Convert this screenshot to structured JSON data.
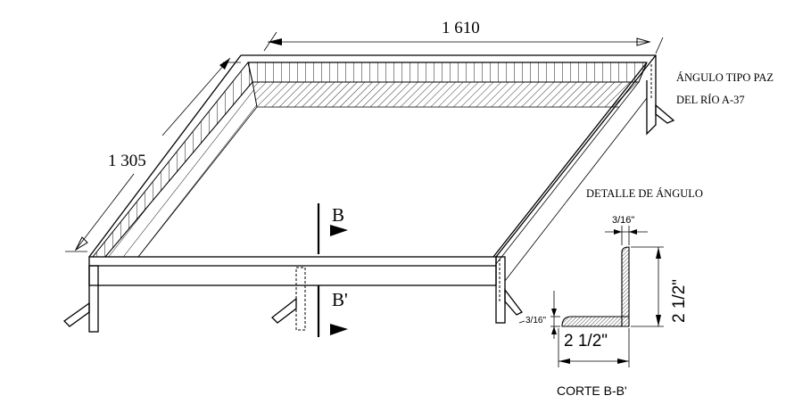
{
  "dimensions": {
    "length": "1 610",
    "width": "1 305"
  },
  "notes": {
    "angle_type_line1": "ÁNGULO TIPO PAZ",
    "angle_type_line2": "DEL RÍO A-37"
  },
  "section_marks": {
    "top": "B",
    "bottom": "B'"
  },
  "detail": {
    "title": "DETALLE DE ÁNGULO",
    "thickness_top": "3/16\"",
    "thickness_side": "3/16\"",
    "leg_height": "2 1/2\"",
    "leg_width": "2 1/2\"",
    "caption": "CORTE B-B'"
  }
}
